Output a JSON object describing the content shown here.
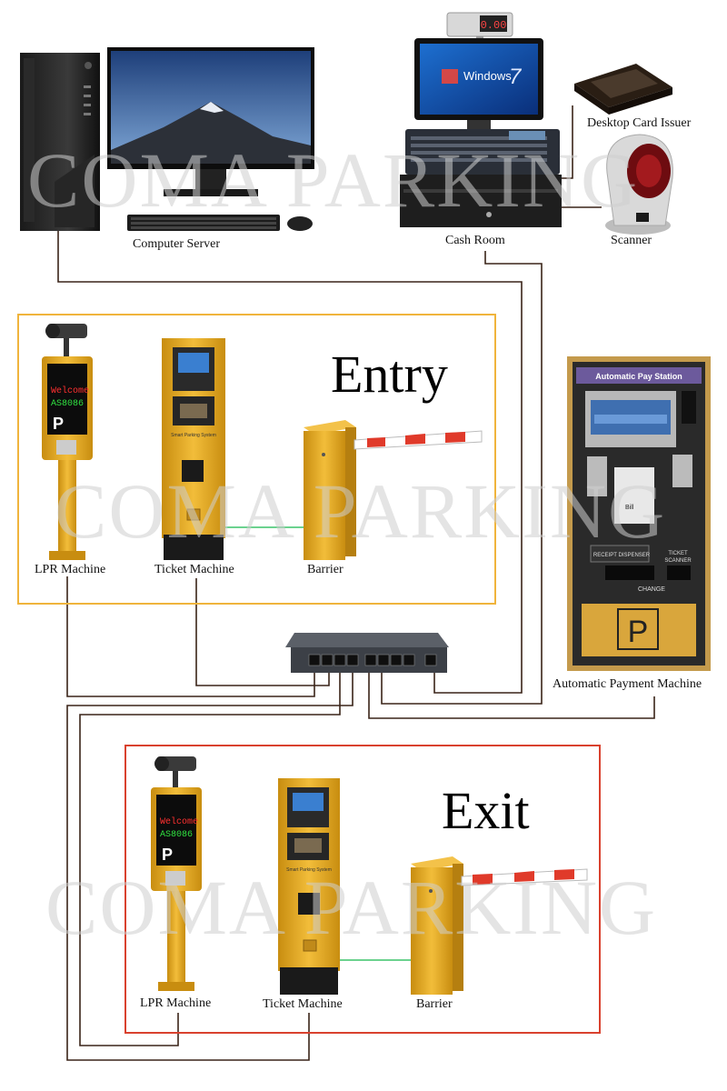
{
  "watermark": "COMA PARKING",
  "labels": {
    "computer_server": "Computer Server",
    "cash_room": "Cash Room",
    "desktop_card_issuer": "Desktop Card Issuer",
    "scanner": "Scanner",
    "automatic_payment_machine": "Automatic Payment Machine"
  },
  "entry": {
    "title": "Entry",
    "lpr": "LPR Machine",
    "ticket": "Ticket Machine",
    "barrier": "Barrier"
  },
  "exit": {
    "title": "Exit",
    "lpr": "LPR Machine",
    "ticket": "Ticket Machine",
    "barrier": "Barrier"
  },
  "device_text": {
    "pole_display": "0.00",
    "os_logo": "Windows",
    "os_version": "7",
    "lpr_line1": "Welcome",
    "lpr_line2": "AS8086",
    "lpr_sign": "P",
    "pay_station": "Automatic Pay Station",
    "receipt": "RECEIPT DISPENSER",
    "ticket_scanner_1": "TICKET",
    "ticket_scanner_2": "SCANNER",
    "change": "CHANGE",
    "bill": "Bill",
    "parking_sign": "P",
    "kiosk_brand": "Smart Parking System"
  },
  "colors": {
    "entry_frame": "#f0b43c",
    "exit_frame": "#d9412e",
    "cable": "#3a2418",
    "barrier_link": "#3cc46a",
    "machine_yellow": "#e6a91e"
  }
}
